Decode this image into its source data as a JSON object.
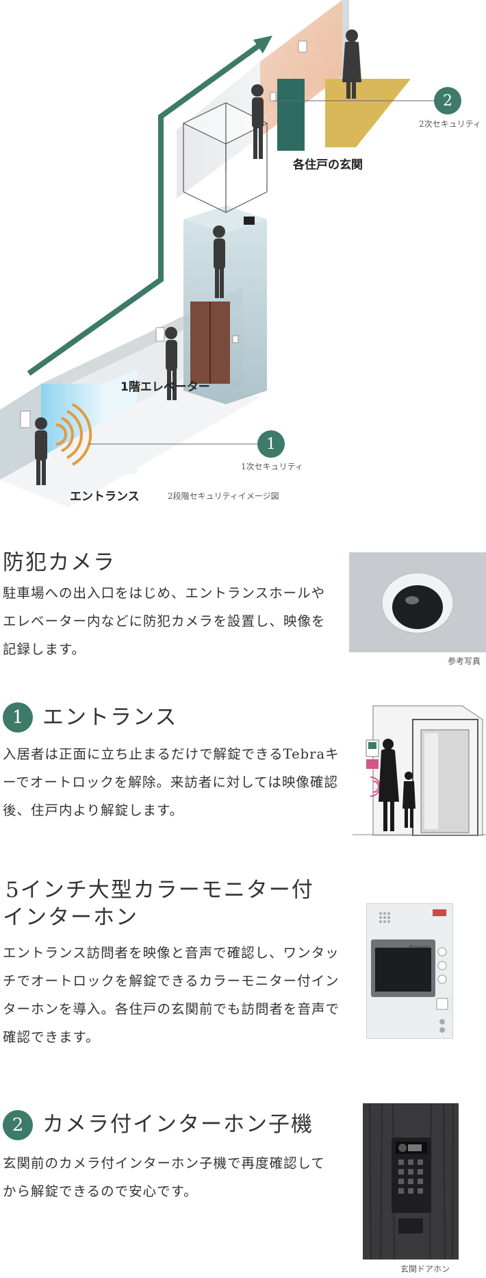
{
  "diagram": {
    "caption": "2段階セキュリティイメージ図",
    "labels": {
      "entrance": "エントランス",
      "elevator": "1階エレベーター",
      "front_door": "各住戸の玄関"
    },
    "security": [
      {
        "num": "1",
        "label": "1次セキュリティ"
      },
      {
        "num": "2",
        "label": "2次セキュリティ"
      }
    ],
    "colors": {
      "accent": "#3d7a68",
      "door_brown": "#7a4a3c",
      "floor_yellow": "#d9b85a",
      "wall_peach": "#f2c4a5"
    }
  },
  "sections": {
    "camera": {
      "title": "防犯カメラ",
      "body": "駐車場への出入口をはじめ、エントランスホールやエレベーター内などに防犯カメラを設置し、映像を記録します。",
      "caption": "参考写真"
    },
    "entrance": {
      "num": "1",
      "title": "エントランス",
      "body": "入居者は正面に立ち止まるだけで解錠できるTebraキーでオートロックを解除。来訪者に対しては映像確認後、住戸内より解錠します。"
    },
    "monitor": {
      "title_line1": "5インチ大型カラーモニター付",
      "title_line2": "インターホン",
      "body": "エントランス訪問者を映像と音声で確認し、ワンタッチでオートロックを解錠できるカラーモニター付インターホンを導入。各住戸の玄関前でも訪問者を音声で確認できます。",
      "brand": "Panasonic"
    },
    "doorphone": {
      "num": "2",
      "title": "カメラ付インターホン子機",
      "body": "玄関前のカメラ付インターホン子機で再度確認してから解錠できるので安心です。",
      "caption": "玄関ドアホン"
    }
  }
}
